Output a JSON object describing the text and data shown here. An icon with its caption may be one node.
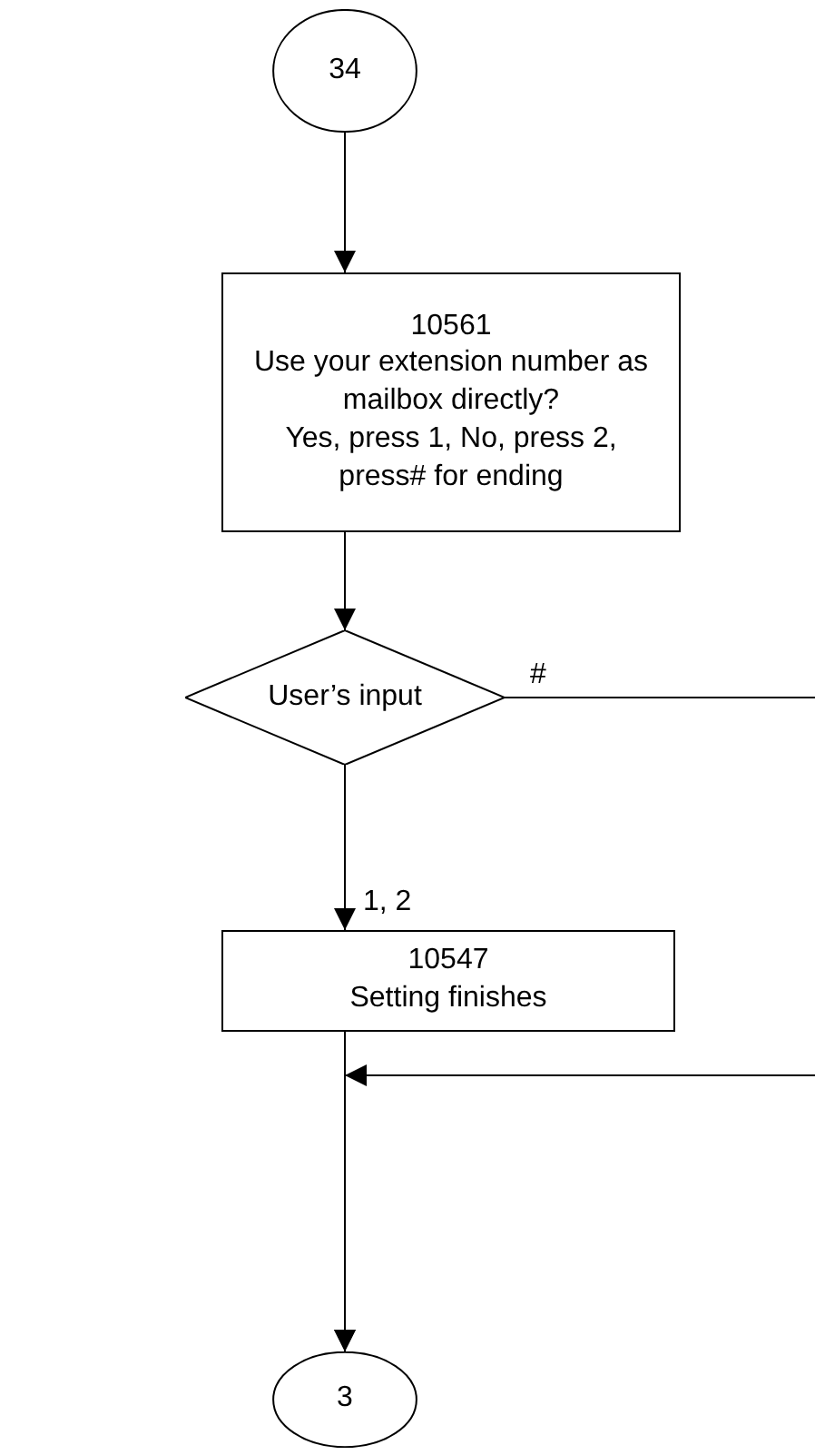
{
  "diagram": {
    "nodes": [
      {
        "text": [
          "34"
        ]
      },
      {
        "text": [
          "10561",
          "Use your extension number as mailbox directly?",
          "Yes, press 1, No, press 2, press# for ending"
        ]
      },
      {
        "text": [
          "User’s input"
        ]
      },
      {
        "text": [
          "10547",
          "Setting finishes"
        ]
      },
      {
        "text": [
          "3"
        ]
      }
    ],
    "edges": [
      {
        "from": 0,
        "to": 1,
        "arrow": "to"
      },
      {
        "from": 1,
        "to": 2,
        "arrow": "to"
      },
      {
        "from": 2,
        "to": 3,
        "arrow": "to",
        "label": "1, 2"
      },
      {
        "from": 2,
        "to": null,
        "arrow": "none",
        "label": "#"
      },
      {
        "from": 3,
        "to": 4,
        "arrow": "to"
      },
      {
        "from": null,
        "to": 4,
        "arrow": "to"
      }
    ]
  }
}
